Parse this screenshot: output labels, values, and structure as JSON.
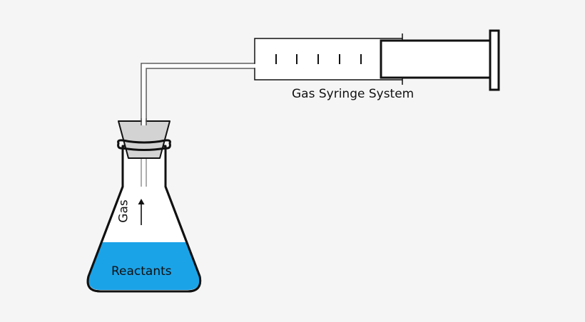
{
  "labels": {
    "syringe": "Gas Syringe System",
    "reactants": "Reactants",
    "gas": "Gas"
  },
  "colors": {
    "background": "#f5f5f5",
    "outline": "#111111",
    "liquid": "#1ba3e8",
    "stopper": "#d3d3d3",
    "glass": "#ffffff"
  },
  "icons": {
    "flow_direction": "arrow-up-icon"
  },
  "syringe": {
    "graduation_marks": 5
  }
}
